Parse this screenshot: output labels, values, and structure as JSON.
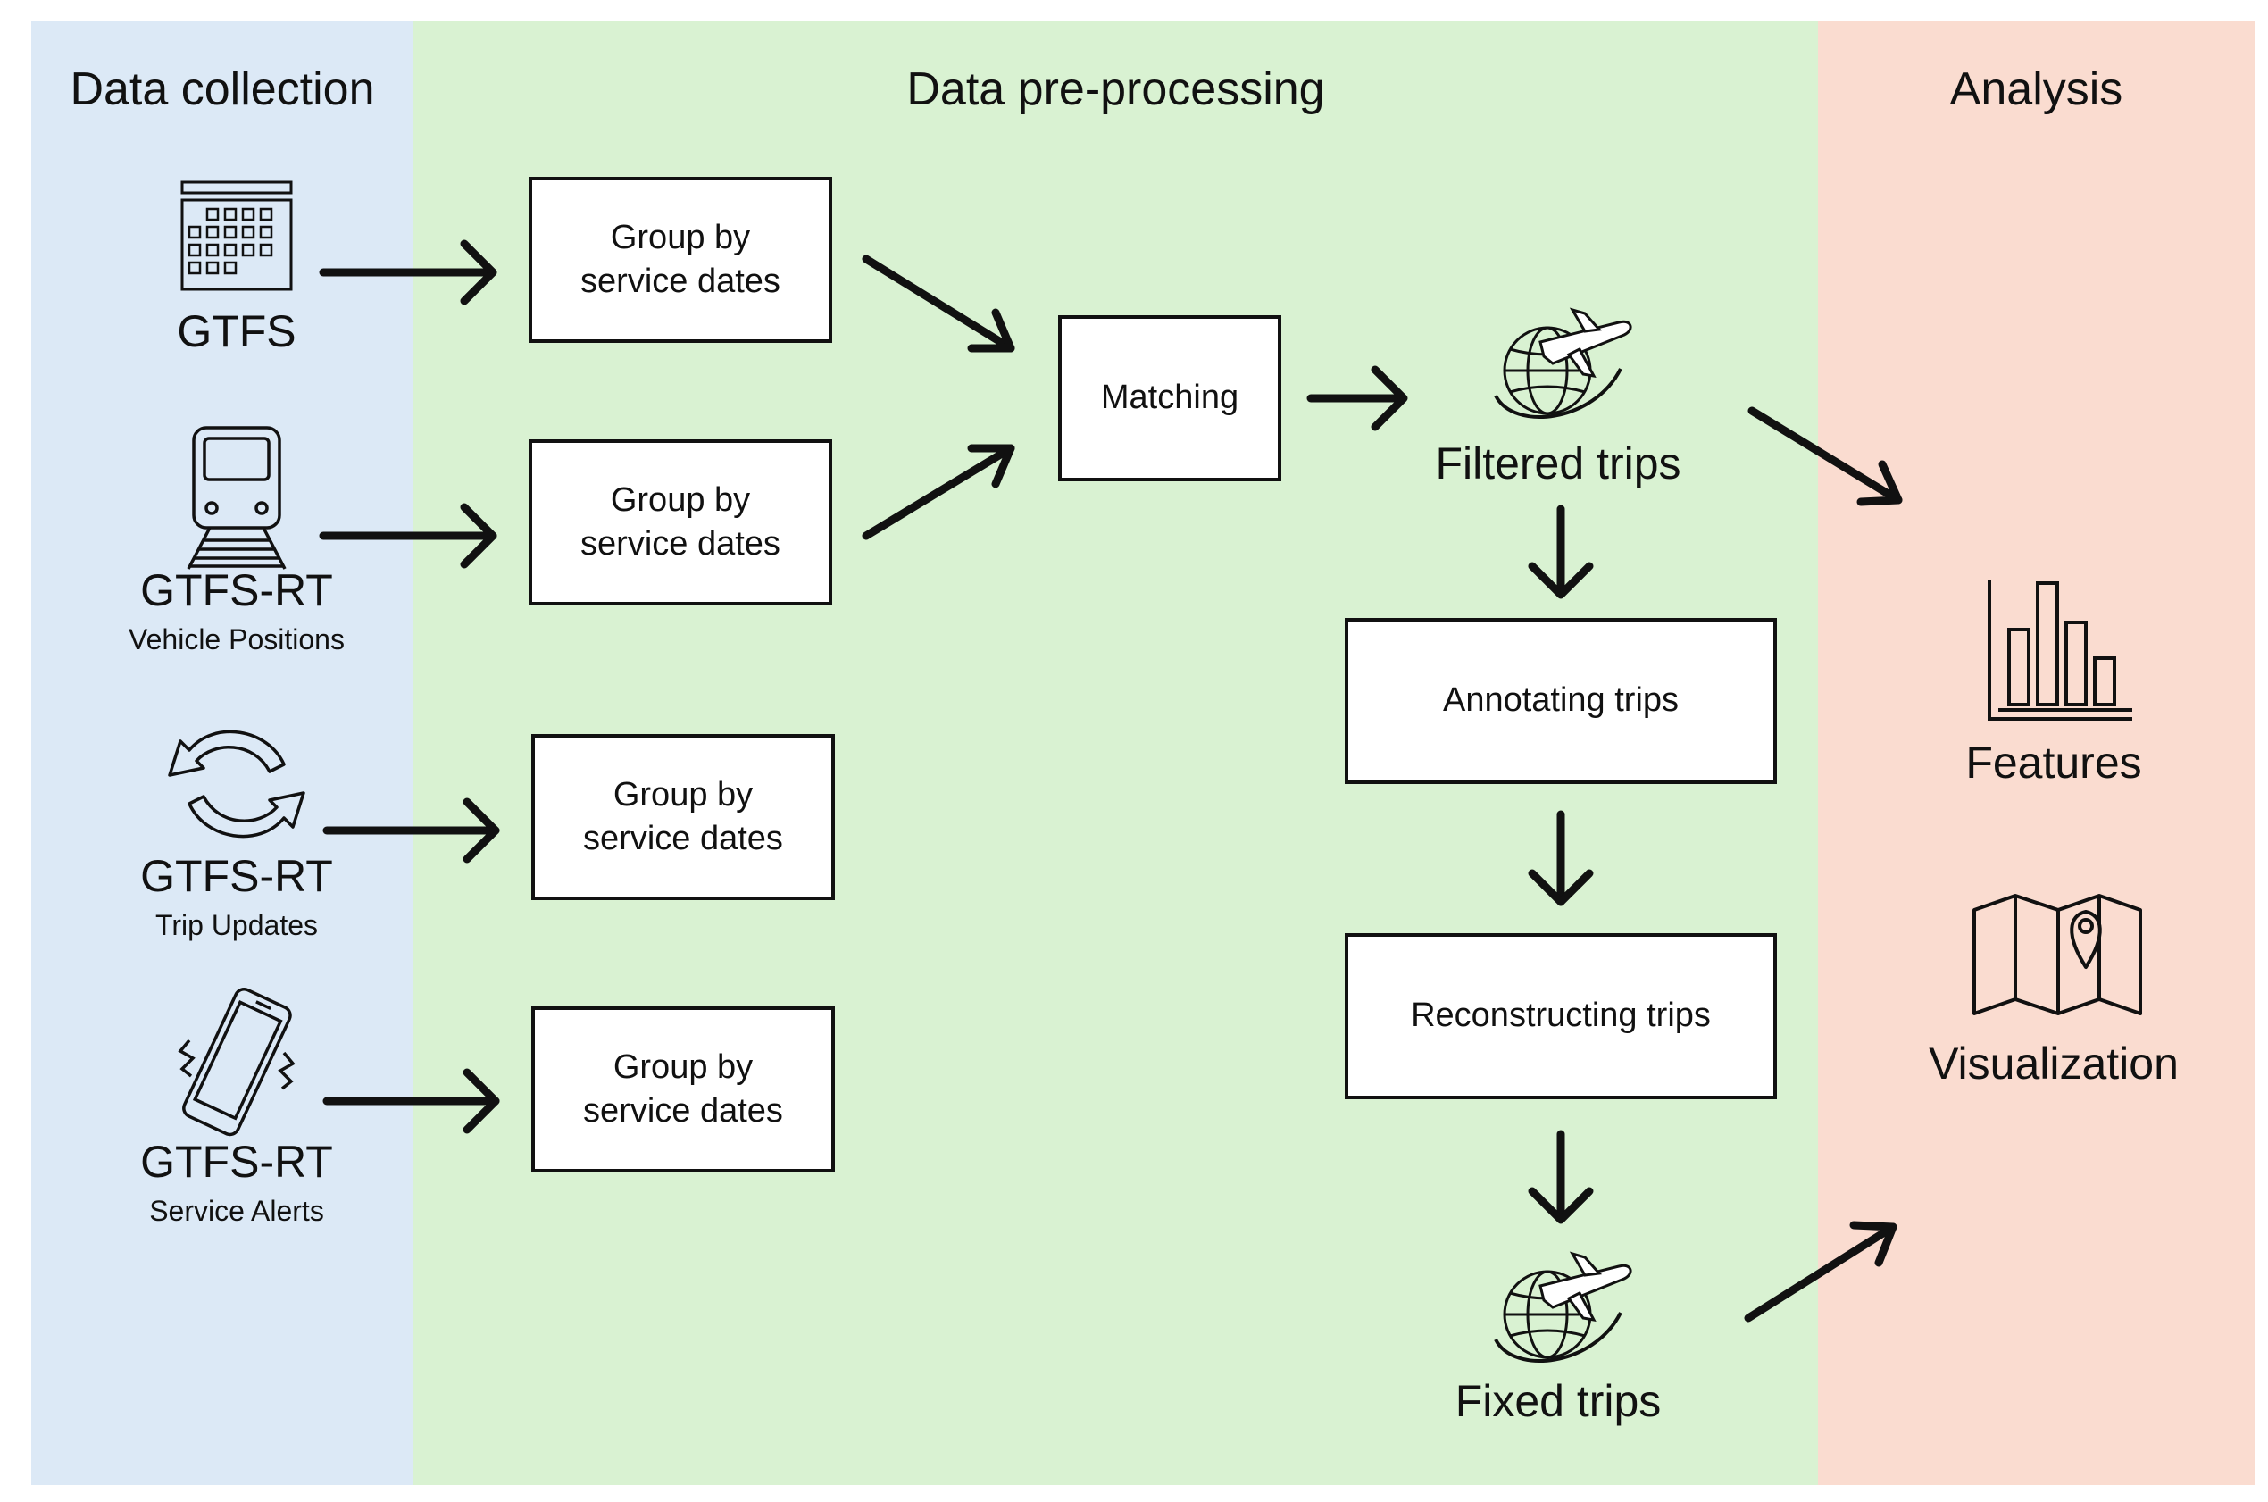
{
  "colors": {
    "collection_bg": "#dce9f6",
    "preprocessing_bg": "#d9f2d2",
    "analysis_bg": "#fadcd0",
    "stroke": "#111111"
  },
  "sections": {
    "collection": "Data collection",
    "preprocessing": "Data pre-processing",
    "analysis": "Analysis"
  },
  "sources": [
    {
      "icon": "calendar-icon",
      "title": "GTFS",
      "subtitle": ""
    },
    {
      "icon": "train-icon",
      "title": "GTFS-RT",
      "subtitle": "Vehicle Positions"
    },
    {
      "icon": "refresh-icon",
      "title": "GTFS-RT",
      "subtitle": "Trip Updates"
    },
    {
      "icon": "vibrating-phone-icon",
      "title": "GTFS-RT",
      "subtitle": "Service Alerts"
    }
  ],
  "group_boxes": [
    {
      "line1": "Group by",
      "line2": "service dates"
    },
    {
      "line1": "Group by",
      "line2": "service dates"
    },
    {
      "line1": "Group by",
      "line2": "service dates"
    },
    {
      "line1": "Group by",
      "line2": "service dates"
    }
  ],
  "matching": "Matching",
  "filtered_trips": {
    "icon": "globe-plane-icon",
    "label": "Filtered trips"
  },
  "annotating": "Annotating trips",
  "reconstructing": "Reconstructing trips",
  "fixed_trips": {
    "icon": "globe-plane-icon",
    "label": "Fixed trips"
  },
  "outputs": [
    {
      "icon": "bar-chart-icon",
      "label": "Features"
    },
    {
      "icon": "map-pin-icon",
      "label": "Visualization"
    }
  ]
}
